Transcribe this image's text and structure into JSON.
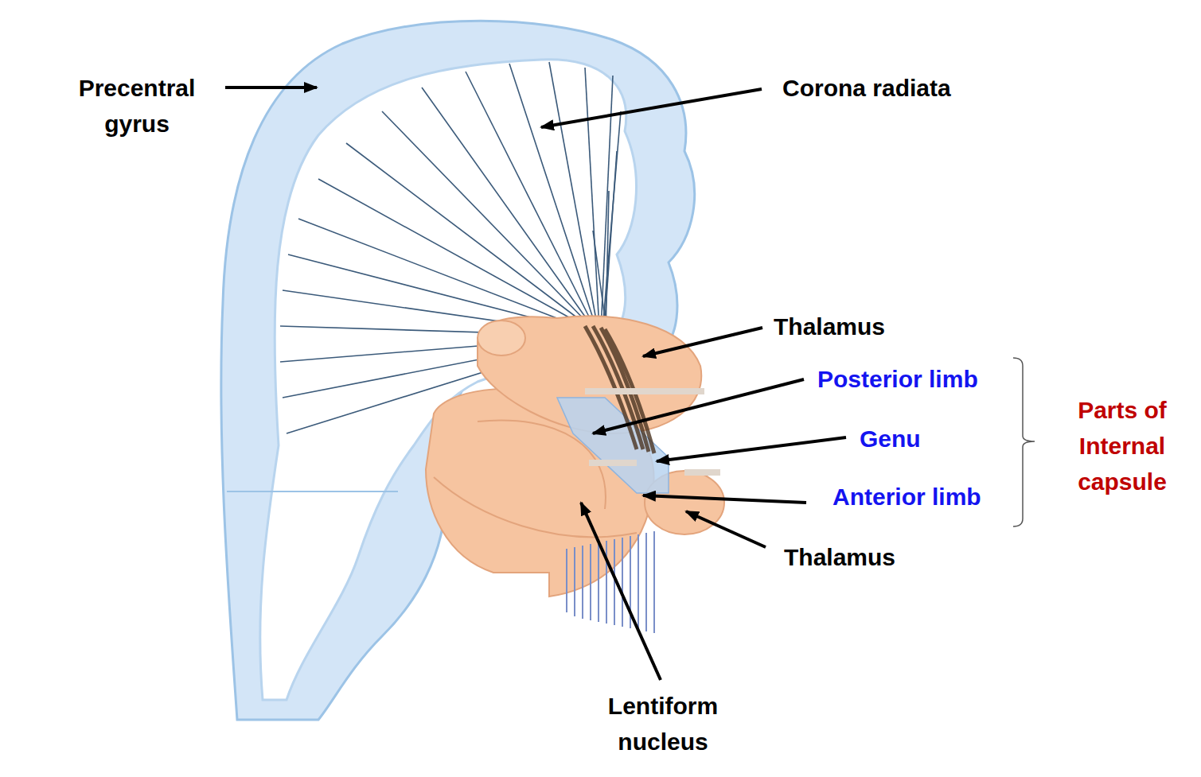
{
  "diagram": {
    "labels": [
      "Precentral gyrus",
      "Corona radiata",
      "Thalamus",
      "Posterior limb",
      "Genu",
      "Anterior limb",
      "Thalamus",
      "Lentiform nucleus",
      "Parts of Internal capsule"
    ]
  }
}
